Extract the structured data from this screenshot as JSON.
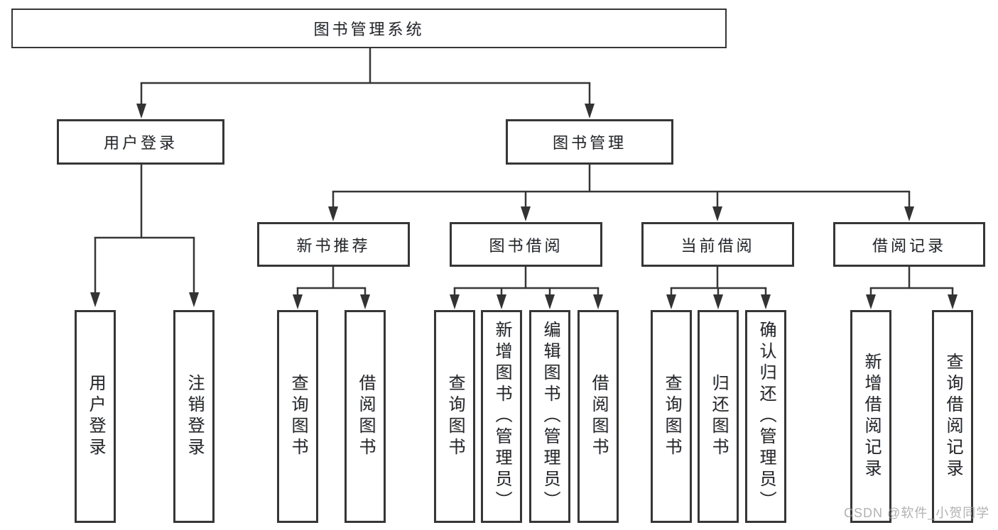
{
  "diagram": {
    "title": "图书管理系统",
    "tree": {
      "root": {
        "label": "图书管理系统"
      },
      "branches": [
        {
          "label": "用户登录",
          "leaves": [
            {
              "label": "用户登录"
            },
            {
              "label": "注销登录"
            }
          ]
        },
        {
          "label": "图书管理",
          "groups": [
            {
              "label": "新书推荐",
              "leaves": [
                {
                  "label": "查询图书"
                },
                {
                  "label": "借阅图书"
                }
              ]
            },
            {
              "label": "图书借阅",
              "leaves": [
                {
                  "label": "查询图书"
                },
                {
                  "label": "新增图书（管理员）"
                },
                {
                  "label": "编辑图书（管理员）"
                },
                {
                  "label": "借阅图书"
                }
              ]
            },
            {
              "label": "当前借阅",
              "leaves": [
                {
                  "label": "查询图书"
                },
                {
                  "label": "归还图书"
                },
                {
                  "label": "确认归还（管理员）"
                }
              ]
            },
            {
              "label": "借阅记录",
              "leaves": [
                {
                  "label": "新增借阅记录"
                },
                {
                  "label": "查询借阅记录"
                }
              ]
            }
          ]
        }
      ]
    },
    "colors": {
      "line": "#363636",
      "text": "#262626",
      "background": "#ffffff",
      "watermark_color": "#9e9e9e"
    }
  },
  "watermark": {
    "text": "CSDN @软件_小贺同学"
  }
}
